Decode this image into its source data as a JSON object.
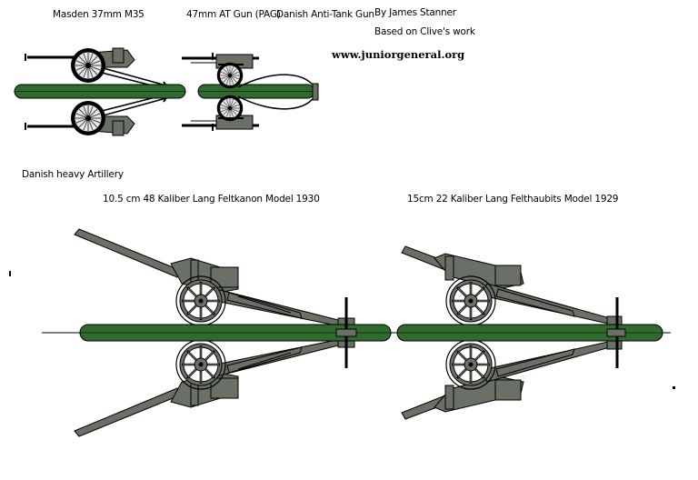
{
  "labels": {
    "madsen": "Masden 37mm M35",
    "pag": "47mm AT Gun (PAG)",
    "danish_at": "Danish Anti-Tank Gun",
    "author": "By James Stanner",
    "based_on": "Based on Clive's work",
    "site": "www.juniorgeneral.org",
    "heavy": "Danish heavy Artillery",
    "feltkanon": "10.5 cm 48 Kaliber Lang Feltkanon Model 1930",
    "felthaubits": "15cm 22 Kaliber Lang Felthaubits Model 1929"
  },
  "colors": {
    "base_green": "#2f6b2f",
    "gun_grey": "#6b7066",
    "ink": "#000000",
    "background": "#ffffff"
  }
}
